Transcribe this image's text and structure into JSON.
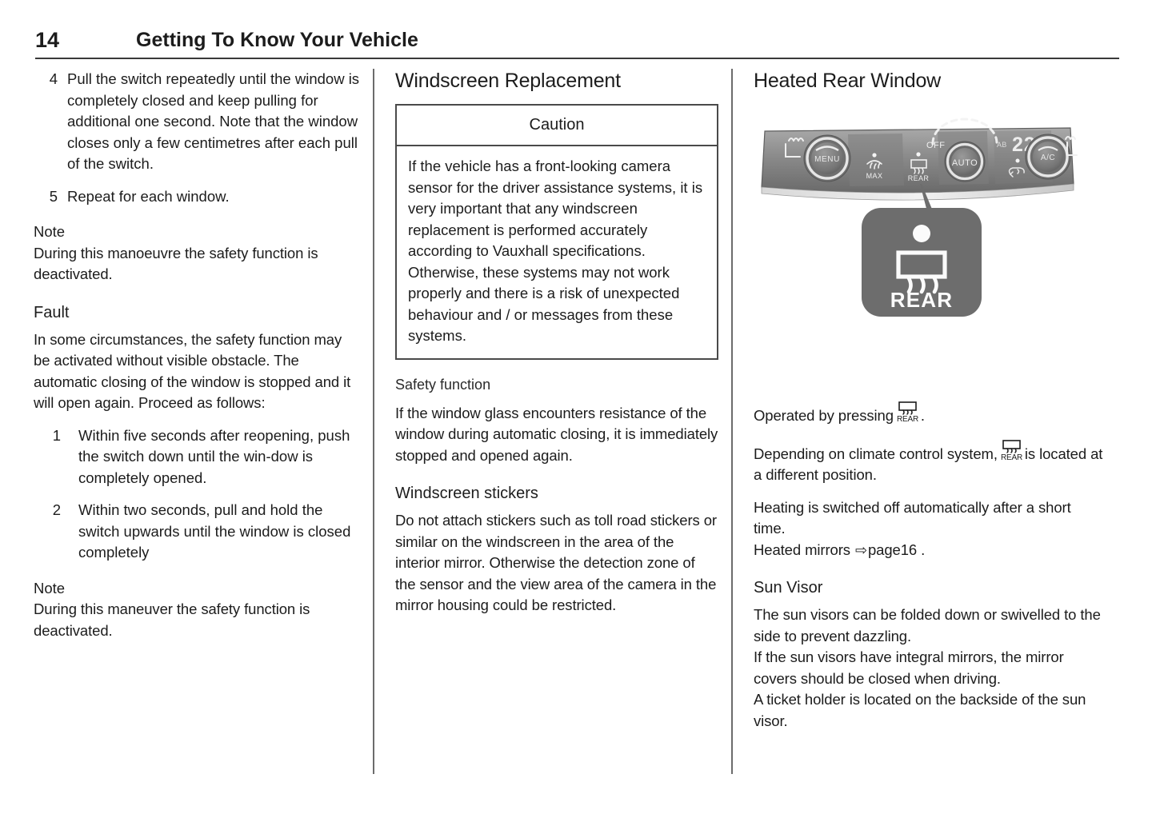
{
  "header": {
    "page_number": "14",
    "title": "Getting To Know Your Vehicle"
  },
  "column1": {
    "steps_continued": [
      {
        "num": "4",
        "text": "Pull the switch repeatedly until the window is completely closed and keep pulling for additional one second. Note that the window closes only a few centimetres after each pull of the switch."
      },
      {
        "num": "5",
        "text": "Repeat for each window."
      }
    ],
    "note1": {
      "label": "Note",
      "text": "During this manoeuvre the safety function is deactivated."
    },
    "fault": {
      "heading": "Fault",
      "intro": "In some circumstances, the safety function may be activated without visible obstacle. The automatic closing of the window is stopped and it will open again. Proceed as follows:",
      "steps": [
        {
          "num": "1",
          "text": "Within five seconds after reopening, push the switch down until the win-dow is completely opened."
        },
        {
          "num": "2",
          "text": "Within two seconds, pull and hold the switch upwards until the window is closed completely"
        }
      ]
    },
    "note2": {
      "label": "Note",
      "text": "During this maneuver the safety function is deactivated."
    }
  },
  "column2": {
    "heading": "Windscreen Replacement",
    "caution": {
      "title": "Caution",
      "body": "If the vehicle has a front-looking camera sensor for the driver assistance systems, it is very important that any windscreen replacement is performed accurately according to Vauxhall specifications. Otherwise, these systems may not work properly and there is a risk of unexpected behaviour and / or messages from these systems."
    },
    "safety_function": {
      "heading": "Safety function",
      "text": "If the window glass encounters resistance of the window during automatic closing, it is immediately stopped and opened again."
    },
    "windscreen_stickers": {
      "heading": "Windscreen stickers",
      "text": "Do not attach stickers such as toll road stickers or similar on the windscreen in the area of the interior mirror. Otherwise the detection zone of the sensor and the view area of the camera in the mirror housing could be restricted."
    }
  },
  "column3": {
    "heading": "Heated Rear Window",
    "illustration": {
      "panel_labels": {
        "menu_knob": "MENU",
        "auto_knob": "AUTO",
        "ac_knob": "A/C",
        "max_button": "MAX",
        "rear_button": "REAR",
        "off_label": "OFF",
        "max_dial_label": "AB",
        "temperature_display": "22"
      },
      "callout_button": {
        "label": "REAR",
        "icon": "rear-defrost-icon"
      },
      "colors": {
        "panel_dark": "#6f6f6f",
        "panel_mid": "#8d8d8d",
        "panel_light": "#c9c9c9",
        "callout_fill": "#6d6d6d"
      }
    },
    "operated_by": {
      "prefix": "Operated by pressing",
      "glyph_label": "REAR",
      "suffix": "."
    },
    "depending_on": {
      "prefix": "Depending on climate control system,",
      "glyph_label": "REAR",
      "suffix": "is located at a different position."
    },
    "heating_off": "Heating is switched off automatically after a short time.",
    "heated_mirrors": {
      "prefix": "Heated mirrors",
      "arrow": "⇨",
      "reference": "page16",
      "suffix": "."
    },
    "sun_visor": {
      "heading": "Sun Visor",
      "text": "The sun visors can be folded down or swivelled to the side to prevent dazzling.\nIf the sun visors have integral mirrors, the mirror covers should be closed when driving.\nA ticket holder is located on the backside of the sun visor."
    }
  }
}
